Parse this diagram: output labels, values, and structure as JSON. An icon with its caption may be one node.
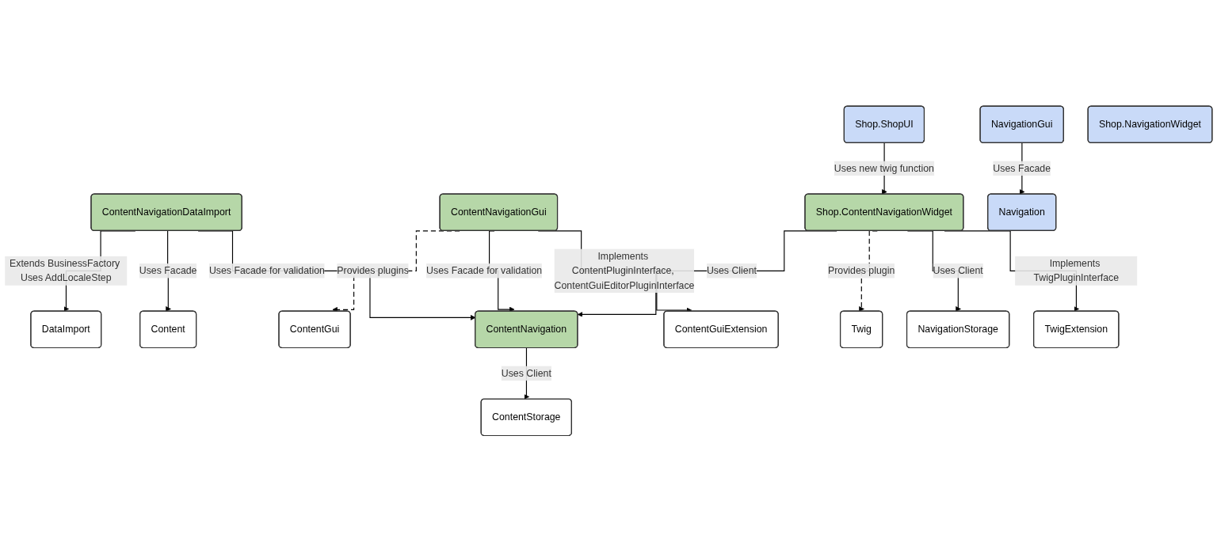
{
  "diagram": {
    "nodes": [
      {
        "text": [
          "DataImport"
        ]
      },
      {
        "text": [
          "ContentGui"
        ]
      },
      {
        "text": [
          "ContentNavigationDataImport"
        ]
      },
      {
        "text": [
          "Content"
        ]
      },
      {
        "text": [
          "Shop.ShopUI"
        ]
      },
      {
        "text": [
          "ContentNavigationGui"
        ]
      },
      {
        "text": [
          "ContentNavigation"
        ]
      },
      {
        "text": [
          "Shop.ContentNavigationWidget"
        ]
      },
      {
        "text": [
          "Twig"
        ]
      },
      {
        "text": [
          "ContentGuiExtension"
        ]
      },
      {
        "text": [
          "ContentStorage"
        ]
      },
      {
        "text": [
          "NavigationStorage"
        ]
      },
      {
        "text": [
          "TwigExtension"
        ]
      },
      {
        "text": [
          "Navigation"
        ]
      },
      {
        "text": [
          "NavigationGui"
        ]
      },
      {
        "text": [
          "Shop.NavigationWidget"
        ]
      }
    ],
    "edges": [
      {
        "from": 2,
        "to": 0,
        "arrow": "to",
        "label": "Extends BusinessFactory Uses AddLocaleStep"
      },
      {
        "from": 2,
        "to": 3,
        "arrow": "to",
        "label": "Uses Facade"
      },
      {
        "from": 2,
        "to": 6,
        "arrow": "to",
        "label": "Uses Facade for validation"
      },
      {
        "from": 5,
        "to": 1,
        "arrow": "to",
        "label": "Provides plugins",
        "style": "dashed"
      },
      {
        "from": 5,
        "to": 6,
        "arrow": "to",
        "label": "Uses Facade for validation"
      },
      {
        "from": 7,
        "to": 6,
        "arrow": "to",
        "label": "Uses Client"
      },
      {
        "from": 4,
        "to": 7,
        "arrow": "to",
        "label": "Uses new twig function"
      },
      {
        "from": 5,
        "to": 9,
        "arrow": "to",
        "label": "Implements ContentPluginInterface, ContentGuiEditorPluginInterface"
      },
      {
        "from": 6,
        "to": 10,
        "arrow": "to",
        "label": "Uses Client"
      },
      {
        "from": 7,
        "to": 8,
        "arrow": "to",
        "label": "Provides plugin",
        "style": "dashed"
      },
      {
        "from": 7,
        "to": 11,
        "arrow": "to",
        "label": "Uses Client"
      },
      {
        "from": 7,
        "to": 12,
        "arrow": "to",
        "label": "Implements TwigPluginInterface"
      },
      {
        "from": 14,
        "to": 13,
        "arrow": "to",
        "label": "Uses Facade"
      }
    ]
  }
}
